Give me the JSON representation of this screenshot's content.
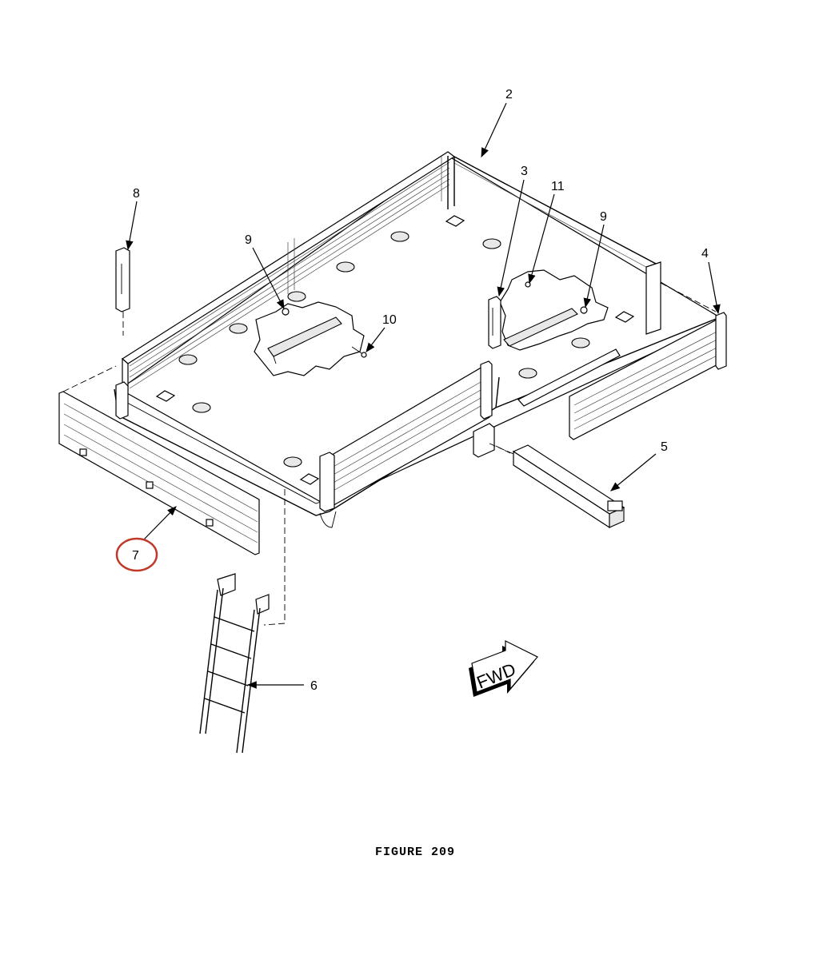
{
  "figure": {
    "caption": "FIGURE 209"
  },
  "callouts": [
    {
      "id": "2",
      "label": "2"
    },
    {
      "id": "3",
      "label": "3"
    },
    {
      "id": "4",
      "label": "4"
    },
    {
      "id": "5",
      "label": "5"
    },
    {
      "id": "6",
      "label": "6"
    },
    {
      "id": "7",
      "label": "7",
      "highlighted": true
    },
    {
      "id": "8",
      "label": "8"
    },
    {
      "id": "9a",
      "label": "9"
    },
    {
      "id": "9b",
      "label": "9"
    },
    {
      "id": "10",
      "label": "10"
    },
    {
      "id": "11",
      "label": "11"
    }
  ],
  "direction_marker": {
    "label": "FWD"
  },
  "colors": {
    "line": "#000000",
    "highlight_circle": "#c0392b",
    "background": "#ffffff"
  }
}
